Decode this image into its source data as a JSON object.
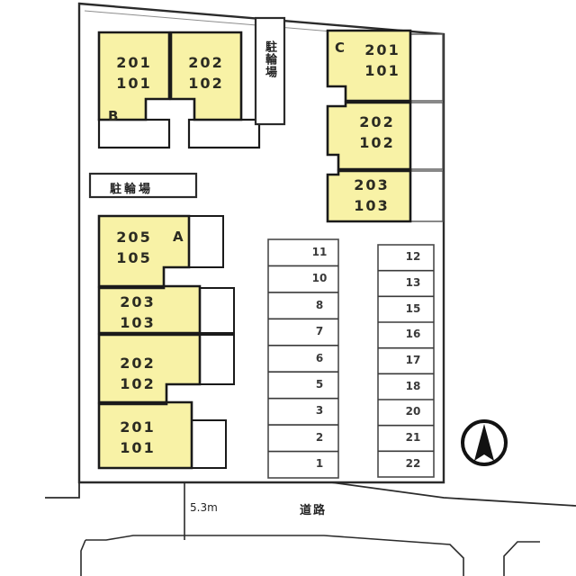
{
  "colors": {
    "building_fill": "#f8f2a6",
    "building_stroke": "#1a1a1a",
    "balcony_fill": "#ffffff",
    "line": "#2b2b2b",
    "stall_stroke": "#3a3a3a",
    "text": "#222222",
    "background": "#ffffff"
  },
  "buildings": {
    "b": {
      "tag": "B",
      "units": [
        {
          "upper": "201",
          "lower": "101"
        },
        {
          "upper": "202",
          "lower": "102"
        }
      ]
    },
    "c": {
      "tag": "C",
      "units": [
        {
          "upper": "201",
          "lower": "101"
        },
        {
          "upper": "202",
          "lower": "102"
        },
        {
          "upper": "203",
          "lower": "103"
        }
      ]
    },
    "a": {
      "tag": "A",
      "units": [
        {
          "upper": "205",
          "lower": "105"
        },
        {
          "upper": "203",
          "lower": "103"
        },
        {
          "upper": "202",
          "lower": "102"
        },
        {
          "upper": "201",
          "lower": "101"
        }
      ]
    }
  },
  "labels": {
    "bicycle_parking_vertical": "駐輪場",
    "bicycle_parking_horizontal": "駐輪場",
    "road": "道路",
    "road_width": "5.3m"
  },
  "parking": {
    "left_column": [
      "11",
      "10",
      "8",
      "7",
      "6",
      "5",
      "3",
      "2",
      "1"
    ],
    "right_column": [
      "12",
      "13",
      "15",
      "16",
      "17",
      "18",
      "20",
      "21",
      "22"
    ]
  },
  "compass": {
    "name": "north-arrow"
  }
}
